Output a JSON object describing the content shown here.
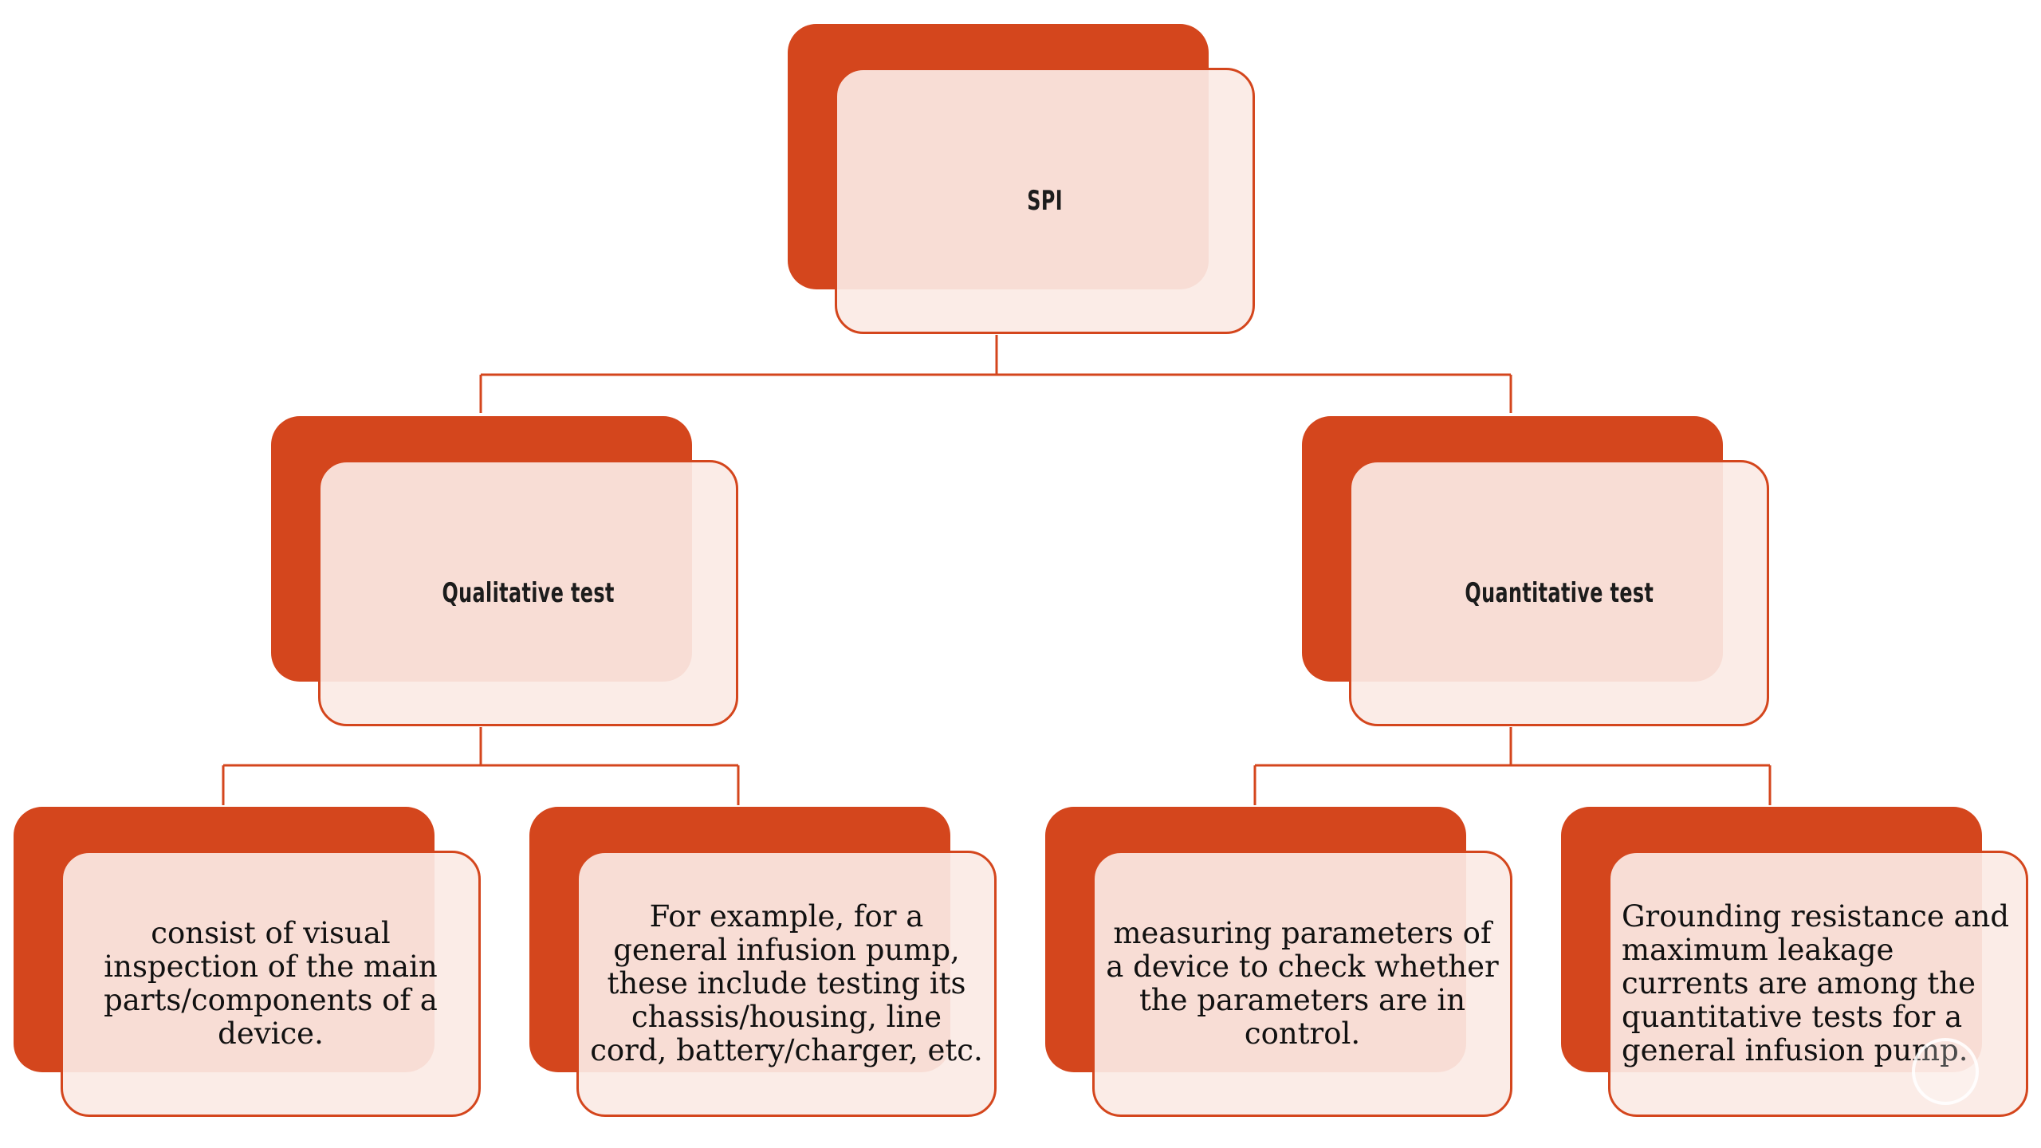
{
  "diagram": {
    "root": {
      "label": "SPI"
    },
    "branches": [
      {
        "label": "Qualitative test",
        "children": [
          {
            "text": "consist of visual inspection of the main parts/components of a device."
          },
          {
            "text": "For example, for a general infusion pump, these include testing its chassis/housing, line cord, battery/charger, etc."
          }
        ]
      },
      {
        "label": "Quantitative test",
        "children": [
          {
            "text": "measuring parameters of a device to check whether the parameters are in control."
          },
          {
            "text": "Grounding resistance and maximum leakage currents are among the quantitative tests for a general infusion pump."
          }
        ]
      }
    ]
  },
  "colors": {
    "accent": "#d4461d",
    "card_fill": "#fbeae5",
    "text": "#111111",
    "background": "#ffffff"
  }
}
